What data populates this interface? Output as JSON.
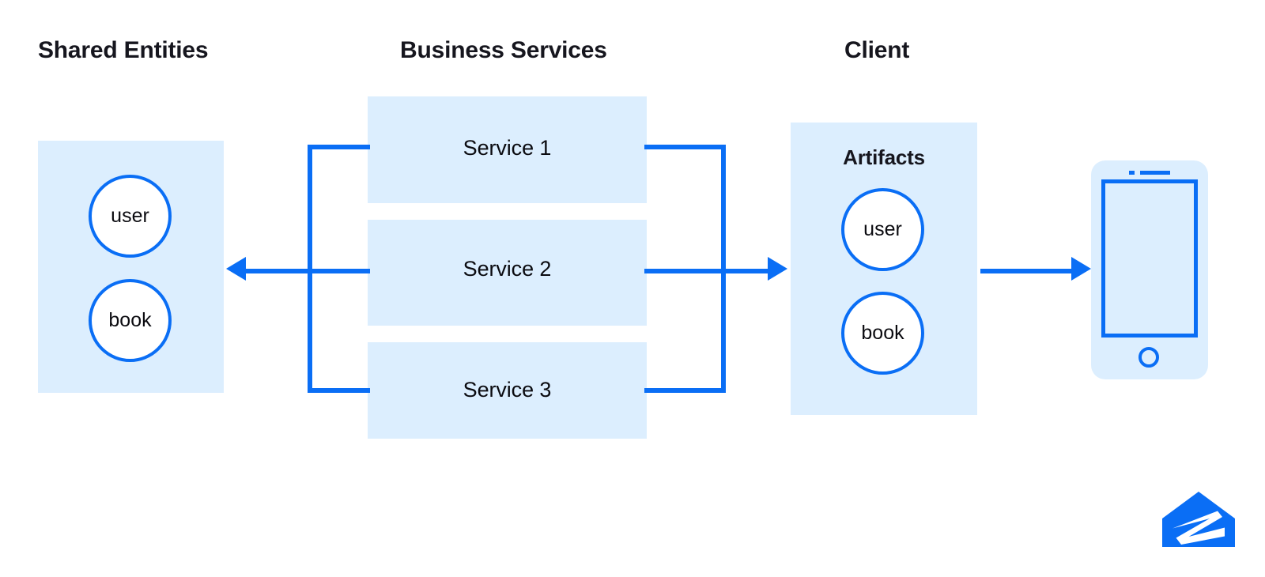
{
  "diagram": {
    "title": "Shared Entities to Business Services to Client data flow",
    "background": "#FFFFFF",
    "accent_color": "#0A6EF5",
    "panel_fill": "#DCEEFE",
    "text_color": "#16161E"
  },
  "columns": {
    "shared_entities": {
      "heading": "Shared Entities",
      "entities": [
        {
          "label": "user"
        },
        {
          "label": "book"
        }
      ]
    },
    "business_services": {
      "heading": "Business Services",
      "services": [
        {
          "label": "Service 1"
        },
        {
          "label": "Service 2"
        },
        {
          "label": "Service 3"
        }
      ]
    },
    "client": {
      "heading": "Client",
      "artifacts_label": "Artifacts",
      "artifacts": [
        {
          "label": "user"
        },
        {
          "label": "book"
        }
      ],
      "device": {
        "icon": "mobile-phone-icon"
      }
    }
  },
  "connectors": [
    {
      "name": "services-to-shared-entities",
      "direction": "left",
      "icon": "arrow-left-icon"
    },
    {
      "name": "services-to-client",
      "direction": "right",
      "icon": "arrow-right-icon"
    },
    {
      "name": "client-to-device",
      "direction": "right",
      "icon": "arrow-right-icon"
    }
  ],
  "brand": {
    "logo": "zillow-house-z-logo",
    "color": "#0A6EF5"
  }
}
